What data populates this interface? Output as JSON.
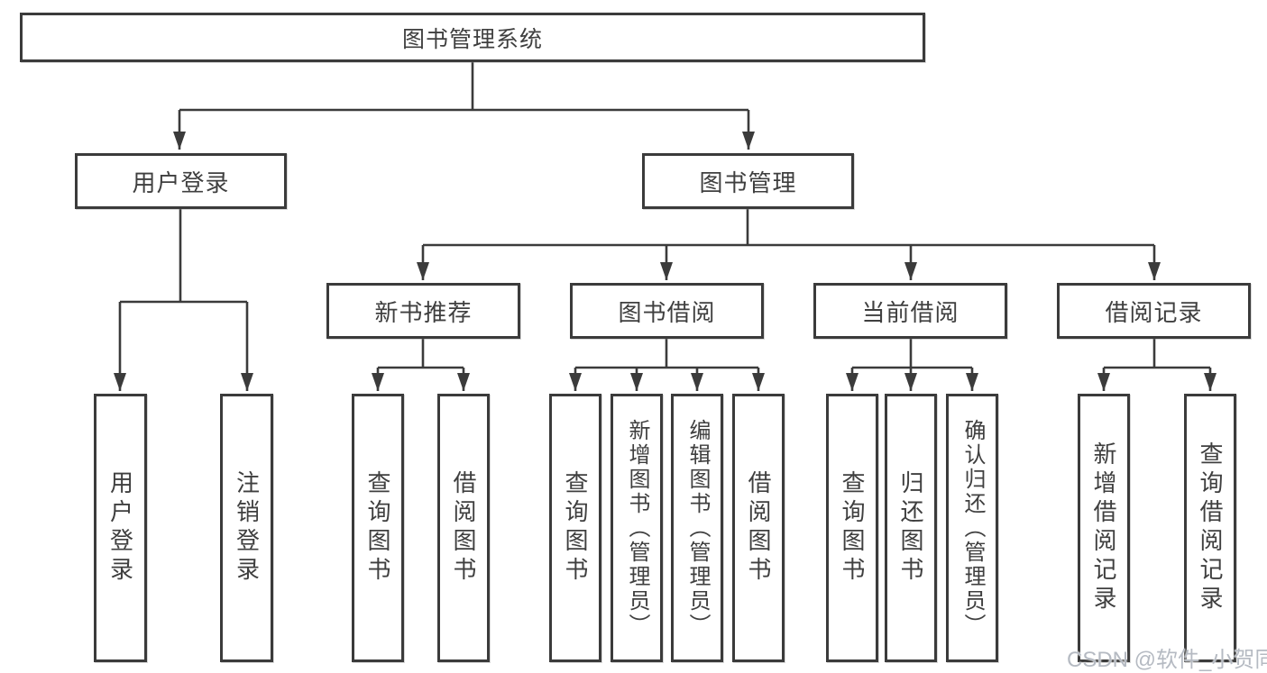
{
  "diagram": {
    "title": "图书管理系统",
    "colors": {
      "line": "#3b3b3b",
      "border": "#3b3b3b",
      "text": "#3f3f3f",
      "background": "#ffffff",
      "watermark": "#b5bac2"
    },
    "nodes": {
      "root": {
        "label": "图书管理系统"
      },
      "level2": [
        {
          "label": "用户登录"
        },
        {
          "label": "图书管理"
        }
      ],
      "level3": [
        {
          "label": "新书推荐"
        },
        {
          "label": "图书借阅"
        },
        {
          "label": "当前借阅"
        },
        {
          "label": "借阅记录"
        }
      ],
      "leaves": [
        {
          "label": "用户登录"
        },
        {
          "label": "注销登录"
        },
        {
          "label": "查询图书"
        },
        {
          "label": "借阅图书"
        },
        {
          "label": "查询图书"
        },
        {
          "label": "新增图书（管理员）"
        },
        {
          "label": "编辑图书（管理员）"
        },
        {
          "label": "借阅图书"
        },
        {
          "label": "查询图书"
        },
        {
          "label": "归还图书"
        },
        {
          "label": "确认归还（管理员）"
        },
        {
          "label": "新增借阅记录"
        },
        {
          "label": "查询借阅记录"
        }
      ]
    }
  },
  "watermark": {
    "text": "CSDN @软件_小贺同学"
  }
}
